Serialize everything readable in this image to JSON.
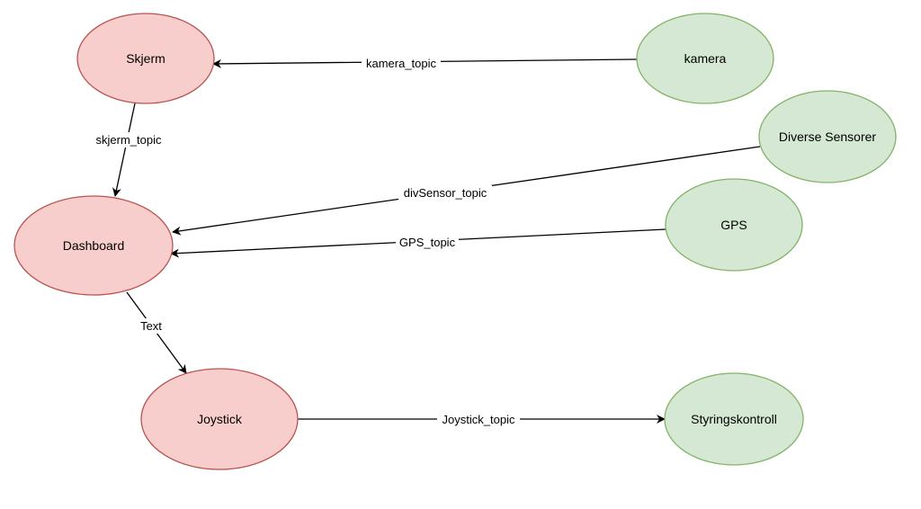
{
  "colors": {
    "publisher_fill": "#f8cecc",
    "publisher_stroke": "#b85450",
    "source_fill": "#d5e8d4",
    "source_stroke": "#82b366",
    "edge": "#000000"
  },
  "nodes": {
    "skjerm": {
      "label": "Skjerm",
      "kind": "red"
    },
    "kamera": {
      "label": "kamera",
      "kind": "green"
    },
    "diverse_sensorer": {
      "label": "Diverse Sensorer",
      "kind": "green"
    },
    "dashboard": {
      "label": "Dashboard",
      "kind": "red"
    },
    "gps": {
      "label": "GPS",
      "kind": "green"
    },
    "joystick": {
      "label": "Joystick",
      "kind": "red"
    },
    "styringskontroll": {
      "label": "Styringskontroll",
      "kind": "green"
    }
  },
  "edges": {
    "kamera_topic": {
      "label": "kamera_topic",
      "from": "kamera",
      "to": "skjerm"
    },
    "skjerm_topic": {
      "label": "skjerm_topic",
      "from": "skjerm",
      "to": "dashboard"
    },
    "divsensor_topic": {
      "label": "divSensor_topic",
      "from": "diverse_sensorer",
      "to": "dashboard"
    },
    "gps_topic": {
      "label": "GPS_topic",
      "from": "gps",
      "to": "dashboard"
    },
    "text": {
      "label": "Text",
      "from": "dashboard",
      "to": "joystick"
    },
    "joystick_topic": {
      "label": "Joystick_topic",
      "from": "joystick",
      "to": "styringskontroll"
    }
  }
}
